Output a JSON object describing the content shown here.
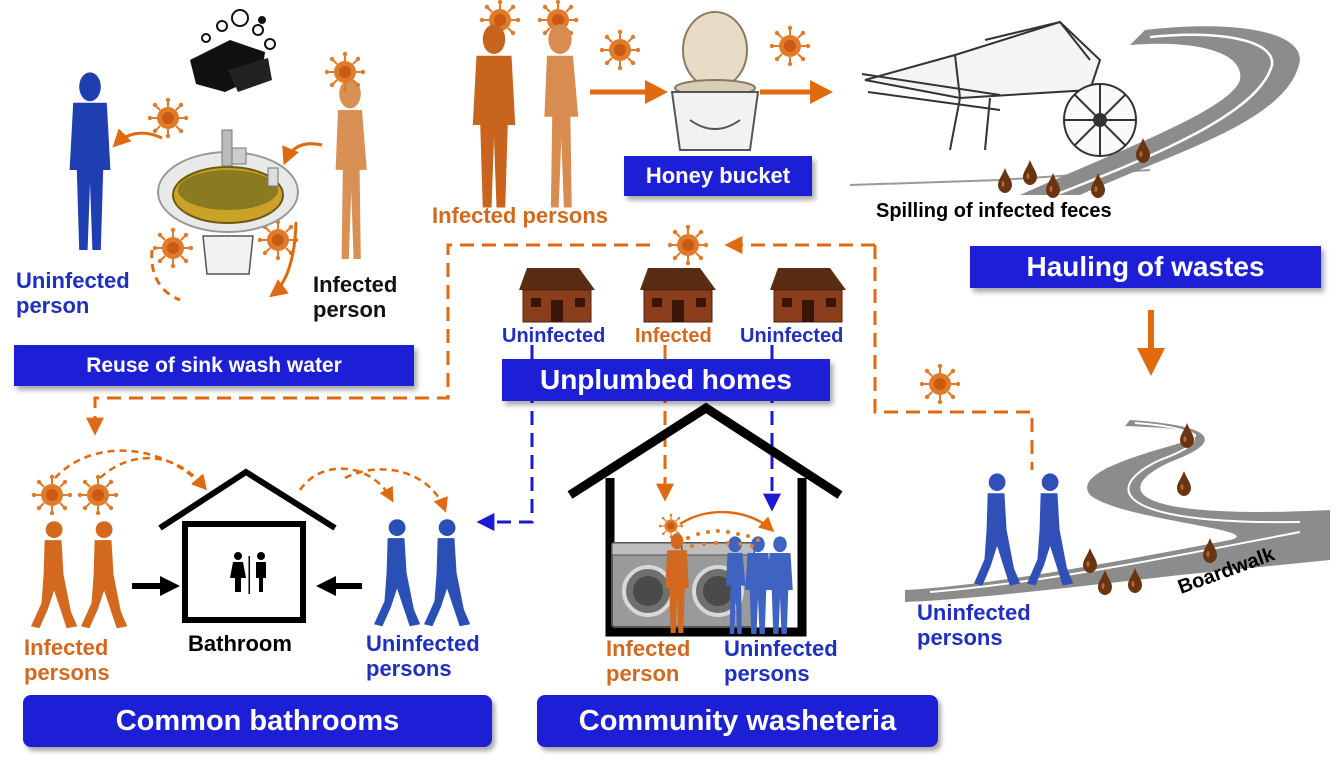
{
  "colors": {
    "infected": "#d2691e",
    "uninfected": "#1f3fb0",
    "box": "#1d1fd6",
    "dashed_orange": "#e06a10",
    "dashed_blue": "#1a1ad0",
    "feces": "#6b3410",
    "road": "#8c8c8c"
  },
  "icons": [
    "virus-icon",
    "handwash-icon",
    "person-icon",
    "sink-icon",
    "toilet-bucket-icon",
    "wheelbarrow-icon",
    "road-icon",
    "house-icon",
    "washing-machine-icon",
    "restroom-sign-icon",
    "feces-drop-icon",
    "arrow-icon"
  ],
  "sink_section": {
    "uninfected_label": "Uninfected\nperson",
    "infected_label": "Infected\nperson",
    "title": "Reuse of sink wash water"
  },
  "honey_section": {
    "infected_label": "Infected persons",
    "title": "Honey bucket",
    "spill_label": "Spilling of infected feces",
    "hauling_title": "Hauling of wastes"
  },
  "homes_section": {
    "home_labels": [
      "Uninfected",
      "Infected",
      "Uninfected"
    ],
    "title": "Unplumbed homes"
  },
  "bathroom_section": {
    "infected_label": "Infected\npersons",
    "bathroom_label": "Bathroom",
    "uninfected_label": "Uninfected\npersons",
    "title": "Common bathrooms"
  },
  "washeteria_section": {
    "infected_label": "Infected\nperson",
    "uninfected_label": "Uninfected\npersons",
    "title": "Community washeteria"
  },
  "boardwalk_section": {
    "uninfected_label": "Uninfected\npersons",
    "road_label": "Boardwalk"
  }
}
